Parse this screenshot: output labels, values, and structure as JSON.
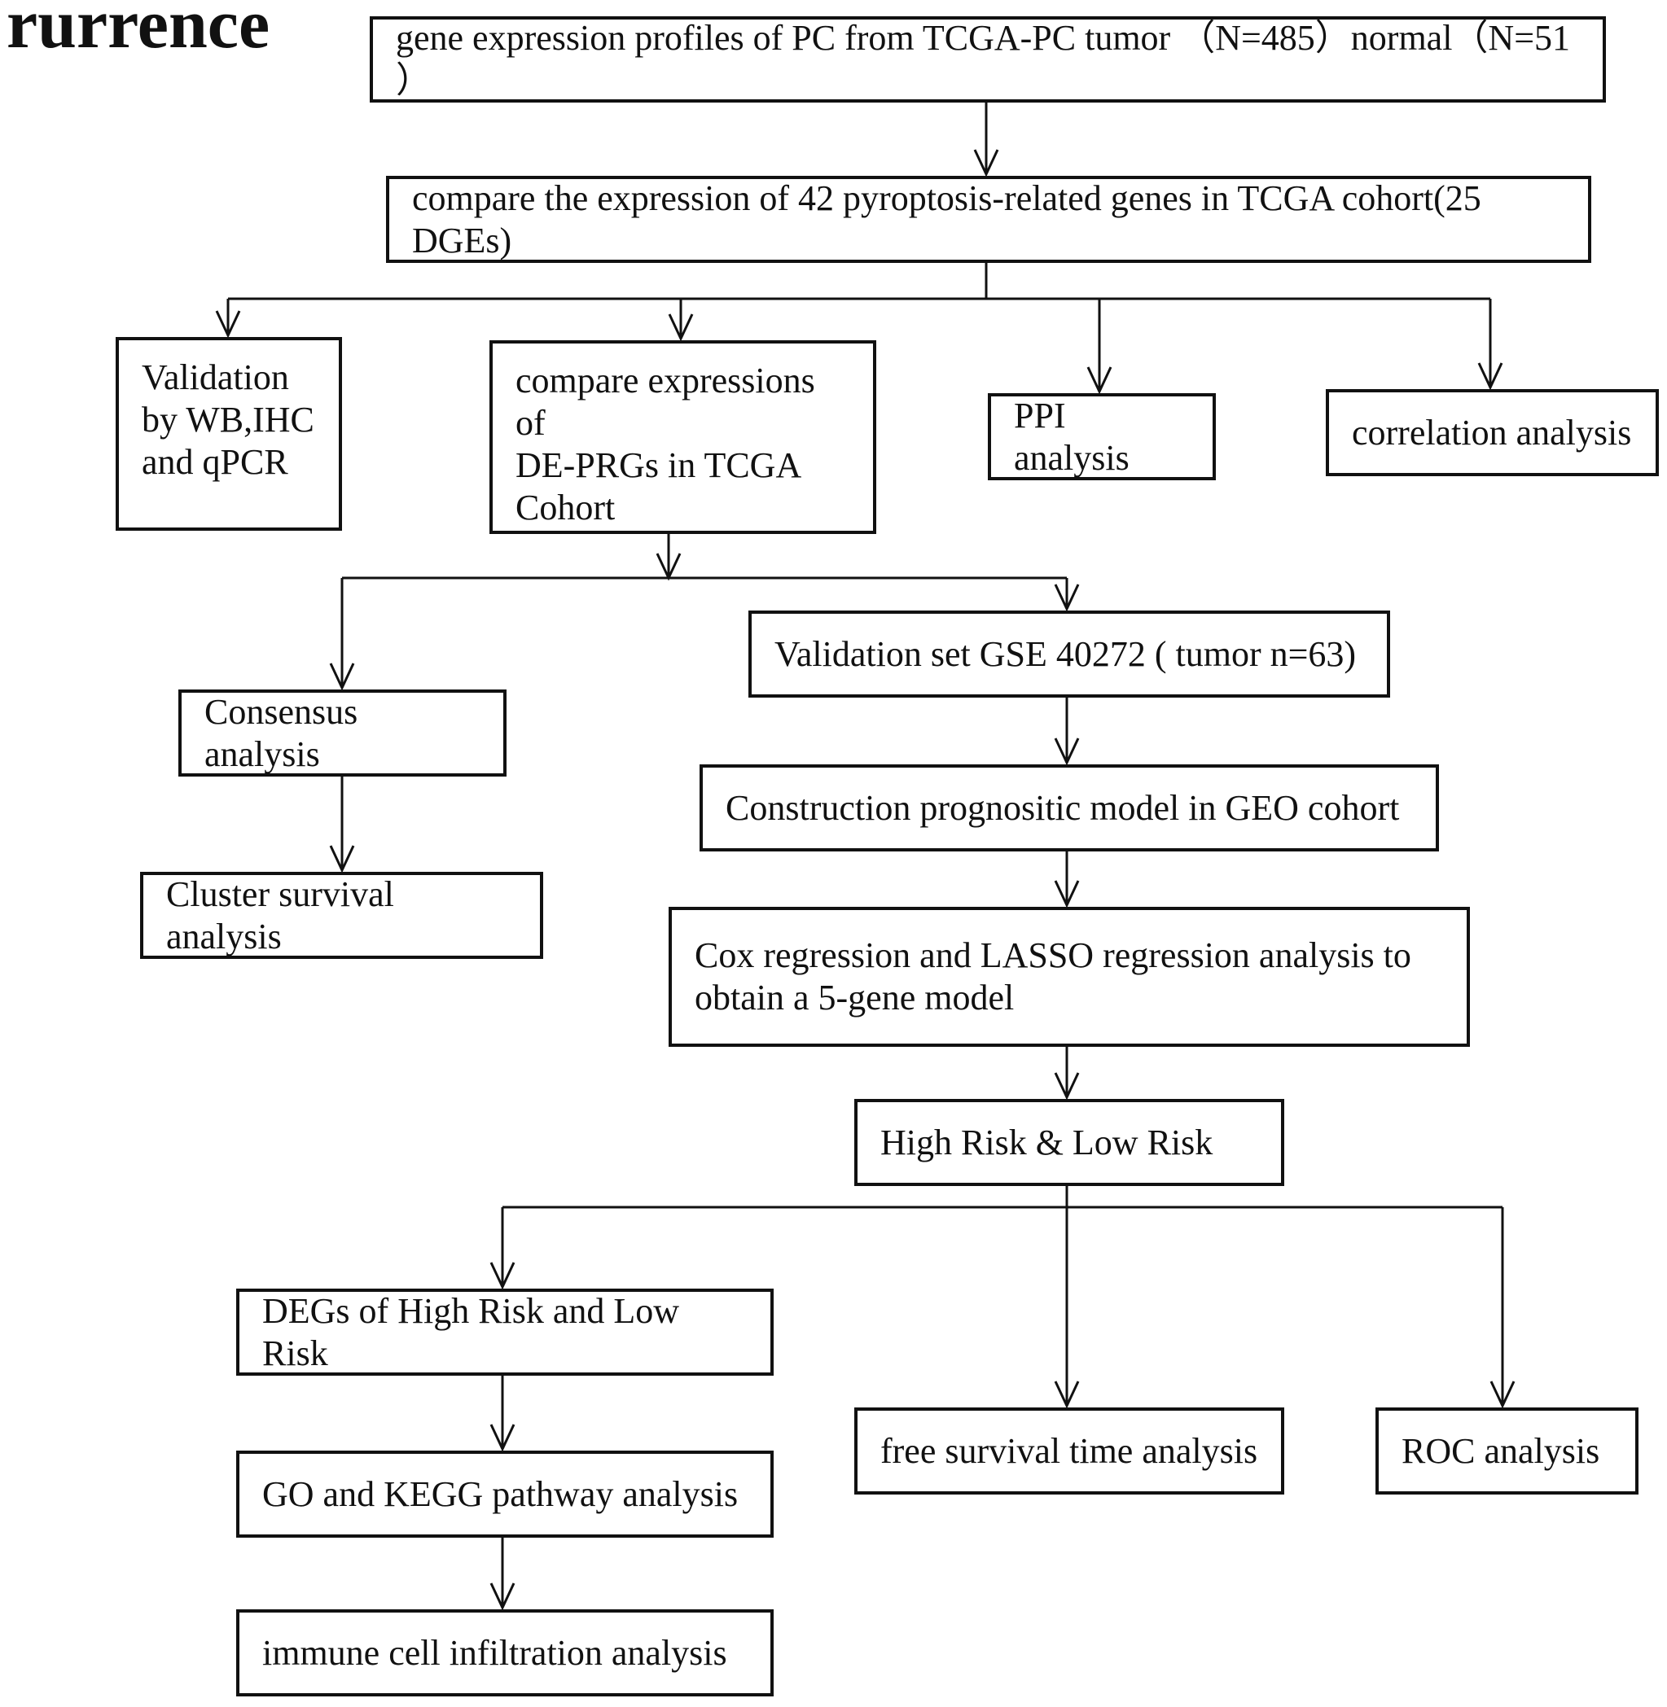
{
  "heading": "rurrence",
  "boxes": {
    "source": "gene expression profiles of PC from TCGA-PC tumor （N=485）normal（N=51 ）",
    "compare_genes": "compare the expression of 42 pyroptosis-related genes in TCGA cohort(25 DGEs)",
    "validation_wb": "Validation\nby WB,IHC\nand qPCR",
    "compare_de_prgs": "compare expressions of\nDE-PRGs in TCGA\nCohort",
    "ppi": "PPI analysis",
    "correlation": "correlation analysis",
    "validation_set": "Validation set GSE 40272 ( tumor n=63)",
    "consensus": "Consensus analysis",
    "construction": "Construction prognositic model in GEO cohort",
    "cluster_survival": "Cluster survival analysis",
    "cox_lasso": "Cox regression and LASSO regression analysis to\nobtain a 5-gene model",
    "risk_groups": "High Risk & Low Risk",
    "degs": "DEGs of High Risk and Low Risk",
    "free_survival": "free survival time analysis",
    "roc": "ROC analysis",
    "go_kegg": "GO and KEGG pathway analysis",
    "immune": "immune cell infiltration analysis"
  }
}
